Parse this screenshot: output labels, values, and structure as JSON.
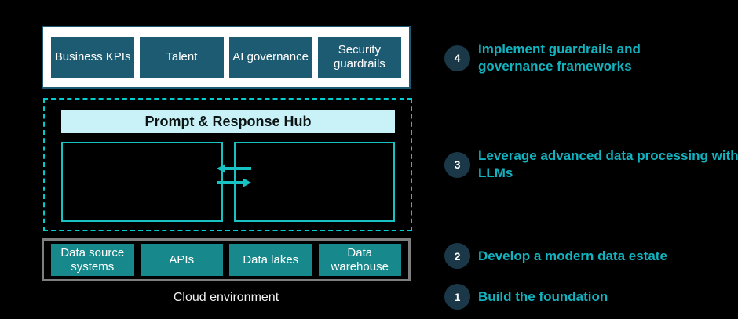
{
  "diagram": {
    "top_row": {
      "items": [
        {
          "label": "Business KPIs"
        },
        {
          "label": "Talent"
        },
        {
          "label": "AI governance"
        },
        {
          "label": "Security guardrails"
        }
      ]
    },
    "hub": {
      "title": "Prompt & Response Hub"
    },
    "bottom_row": {
      "items": [
        {
          "label": "Data source systems"
        },
        {
          "label": "APIs"
        },
        {
          "label": "Data lakes"
        },
        {
          "label": "Data warehouse"
        }
      ]
    },
    "cloud_label": "Cloud environment"
  },
  "steps": [
    {
      "number": "4",
      "label": "Implement guardrails and governance frameworks"
    },
    {
      "number": "3",
      "label": "Leverage advanced data processing with LLMs"
    },
    {
      "number": "2",
      "label": "Develop a modern data estate"
    },
    {
      "number": "1",
      "label": "Build the foundation"
    }
  ],
  "colors": {
    "background": "#000000",
    "pillar_dark_teal": "#1d5b73",
    "band_white": "#ffffff",
    "dashed_cyan": "#00cdcd",
    "hub_light_cyan": "#c9f1f8",
    "inner_box_cyan": "#19c2c2",
    "arrow_cyan": "#19c2c2",
    "bottom_teal": "#17898c",
    "gray_border": "#7f7f7f",
    "step_circle_navy": "#1b3848",
    "step_text_cyan": "#12b2bf",
    "text_white": "#ffffff"
  }
}
